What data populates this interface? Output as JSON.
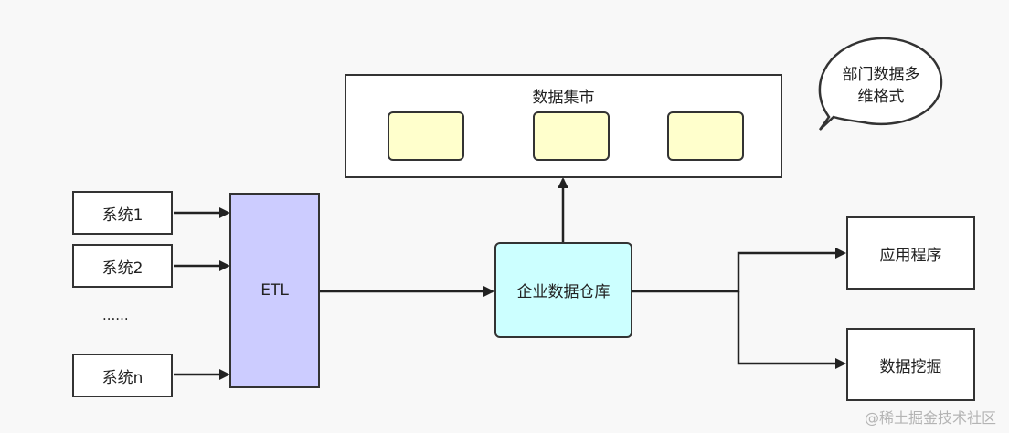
{
  "sources": [
    {
      "label": "系统1"
    },
    {
      "label": "系统2"
    },
    {
      "label": "系统n"
    }
  ],
  "ellipsis": "......",
  "etl_label": "ETL",
  "warehouse_label": "企业数据仓库",
  "datamart": {
    "title": "数据集市"
  },
  "bubble": {
    "line1": "部门数据多",
    "line2": "维格式"
  },
  "outputs": {
    "app": "应用程序",
    "mining": "数据挖掘"
  },
  "watermark": "@稀土掘金技术社区",
  "colors": {
    "etl": "#ccccff",
    "warehouse": "#ccffff",
    "mart_cells": "#ffffcc"
  }
}
